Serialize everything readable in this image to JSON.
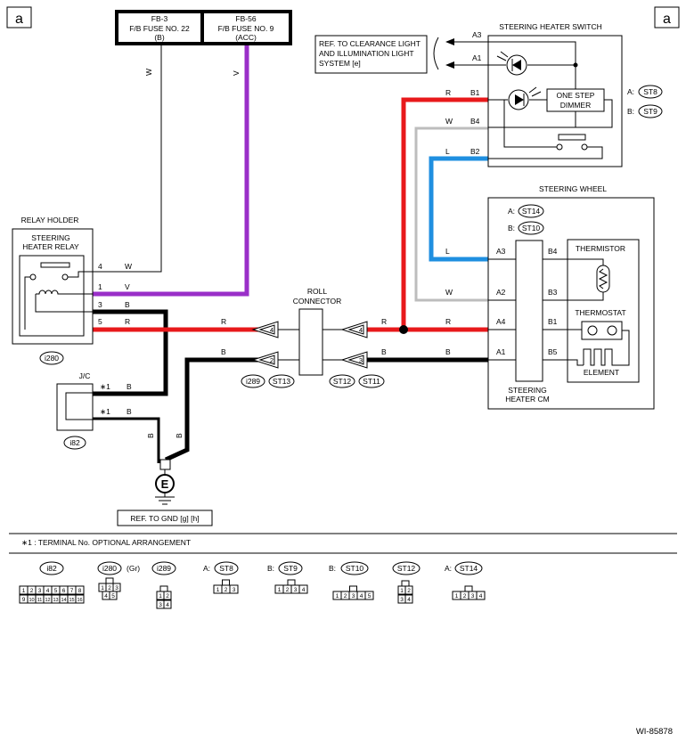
{
  "corner_label": "a",
  "fuses": {
    "fb3": [
      "FB-3",
      "F/B FUSE NO. 22",
      "(B)"
    ],
    "fb56": [
      "FB-56",
      "F/B FUSE NO. 9",
      "(ACC)"
    ]
  },
  "ref_clearance": [
    "REF. TO CLEARANCE LIGHT",
    "AND ILLUMINATION LIGHT",
    "SYSTEM [e]"
  ],
  "switch": {
    "title": "STEERING HEATER SWITCH",
    "dimmer": [
      "ONE STEP",
      "DIMMER"
    ],
    "pins": [
      "A3",
      "A1",
      "B1",
      "B4",
      "B2"
    ],
    "conn_a": "A:",
    "conn_b": "B:",
    "conn_a_id": "ST8",
    "conn_b_id": "ST9"
  },
  "wire_colors_legend": {
    "W": "W",
    "V": "V",
    "R": "R",
    "B": "B",
    "L": "L"
  },
  "relay": {
    "holder": "RELAY HOLDER",
    "title": [
      "STEERING",
      "HEATER RELAY"
    ],
    "pins": [
      "4",
      "1",
      "3",
      "5"
    ],
    "conn": "i280"
  },
  "jc": {
    "title": "J/C",
    "marks": [
      "∗1",
      "∗1"
    ],
    "conn": "i82"
  },
  "roll": {
    "title": [
      "ROLL",
      "CONNECTOR"
    ],
    "left_pins": [
      "4",
      "2"
    ],
    "right_pins": [
      "4",
      "3"
    ],
    "conns": [
      "i289",
      "ST13",
      "ST12",
      "ST11"
    ]
  },
  "wheel": {
    "title": "STEERING WHEEL",
    "conn_a": "A:",
    "conn_b": "B:",
    "conn_a_id": "ST14",
    "conn_b_id": "ST10",
    "left_pins": [
      "A3",
      "A2",
      "A4",
      "A1"
    ],
    "right_pins": [
      "B4",
      "B3",
      "B1",
      "B5"
    ],
    "thermistor": "THERMISTOR",
    "thermostat": "THERMOSTAT",
    "element": "ELEMENT",
    "cm": [
      "STEERING",
      "HEATER CM"
    ]
  },
  "ground": {
    "symbol": "E",
    "ref": "REF. TO GND [g] [h]"
  },
  "footnote": "∗1  : TERMINAL No. OPTIONAL ARRANGEMENT",
  "connectors": {
    "i82": {
      "label": "i82",
      "row1": [
        "1",
        "2",
        "3",
        "4",
        "5",
        "6",
        "7",
        "8"
      ],
      "row2": [
        "9",
        "10",
        "11",
        "12",
        "13",
        "14",
        "15",
        "16"
      ]
    },
    "i280": {
      "label": "i280",
      "suffix": "(Gr)",
      "row1": [
        "1",
        "2",
        "3"
      ],
      "row2": [
        "4",
        "5"
      ]
    },
    "i289": {
      "label": "i289",
      "row1": [
        "1",
        "2"
      ],
      "row2": [
        "3",
        "4"
      ]
    },
    "st8": {
      "prefix": "A:",
      "label": "ST8",
      "row1": [
        "1",
        "2",
        "3"
      ]
    },
    "st9": {
      "prefix": "B:",
      "label": "ST9",
      "row1": [
        "1",
        "2",
        "3",
        "4"
      ]
    },
    "st10": {
      "prefix": "B:",
      "label": "ST10",
      "row1": [
        "1",
        "2",
        "3",
        "4",
        "5"
      ]
    },
    "st12": {
      "label": "ST12",
      "row1": [
        "1",
        "2"
      ],
      "row2": [
        "3",
        "4"
      ]
    },
    "st14": {
      "prefix": "A:",
      "label": "ST14",
      "row1": [
        "1",
        "2",
        "3",
        "4"
      ]
    }
  },
  "doc_id": "WI-85878",
  "colors": {
    "red": "#e8191b",
    "violet": "#9a2fc8",
    "blue": "#1f8fe0",
    "gray": "#bdbdbd",
    "black": "#000000"
  }
}
